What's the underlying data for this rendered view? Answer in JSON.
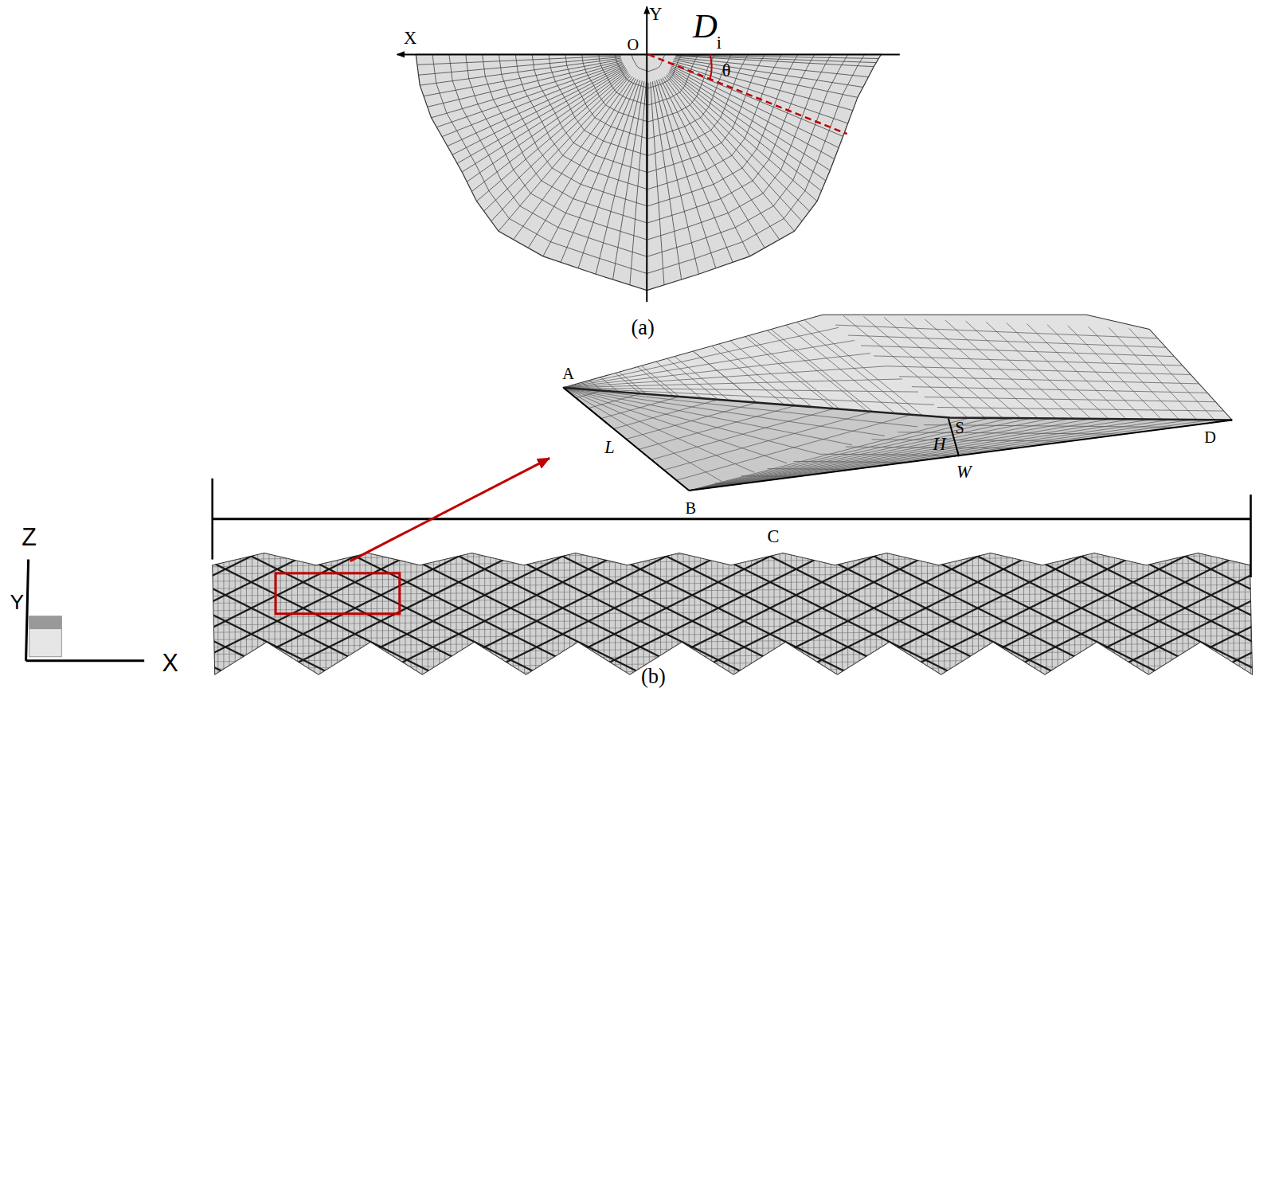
{
  "diagram": {
    "labels": [
      "X",
      "Y",
      "O",
      "D",
      "i",
      "θ",
      "(a)",
      "A",
      "L",
      "B",
      "S",
      "H",
      "W",
      "D",
      "C",
      "(b)",
      "Z",
      "Y",
      "X"
    ]
  }
}
